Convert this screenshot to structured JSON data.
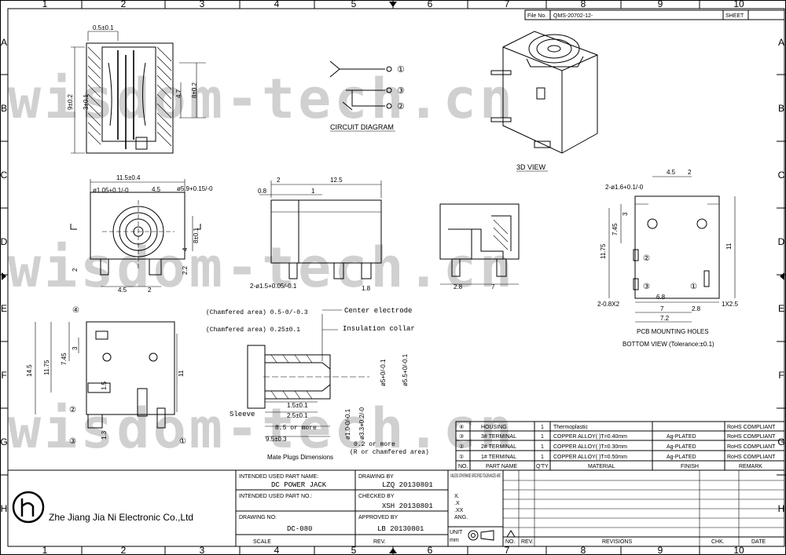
{
  "frame": {
    "col_labels": [
      "1",
      "2",
      "3",
      "4",
      "5",
      "6",
      "7",
      "8",
      "9",
      "10"
    ],
    "row_labels": [
      "A",
      "B",
      "C",
      "D",
      "E",
      "F",
      "G",
      "H"
    ]
  },
  "header": {
    "file_no_label": "File No.",
    "file_no": "QMS-20702-12-",
    "sheet_label": "SHEET"
  },
  "watermark": "wisdom-tech.cn",
  "views": {
    "circuit_diagram": "CIRCUIT DIAGRAM",
    "view_3d": "3D VIEW",
    "pcb_holes": "PCB MOUNTING HOLES",
    "bottom_view": "BOTTOM VIEW (Tolerance:±0.1)",
    "mate_plugs": "Mate Plugs Dimensions"
  },
  "circuit": {
    "pins": [
      "①",
      "③",
      "②"
    ]
  },
  "dims": {
    "top_05": "0.5±0.1",
    "top_9": "9±0.2",
    "top_3": "3±0.1",
    "top_47": "4.7",
    "top_8": "8±0.2",
    "front_115": "11.5±0.4",
    "front_105": "ø1.05+0.1/-0",
    "front_45": "4.5",
    "front_59": "ø5.9+0.15/-0",
    "front_8": "8±0.1",
    "front_4": "4",
    "front_2": "2",
    "front_22": "2.2",
    "front_45b": "4.5",
    "front_2b": "2",
    "side_2": "2",
    "side_125": "12.5",
    "side_08": "0.8",
    "side_1": "1",
    "side_15": "2-ø1.5+0.05/-0.1",
    "side_18": "1.8",
    "rear_28": "2.8",
    "rear_7": "7",
    "pcb_45": "4.5",
    "pcb_2": "2",
    "pcb_16": "2-ø1.6+0.1/-0",
    "pcb_3": "3",
    "pcb_745": "7.45",
    "pcb_1175": "11.75",
    "pcb_11": "11",
    "pcb_08x2": "2-0.8X2",
    "pcb_68": "6.8",
    "pcb_7": "7",
    "pcb_28": "2.8",
    "pcb_72": "7.2",
    "pcb_1x25": "1X2.5",
    "bot_145": "14.5",
    "bot_1175": "11.75",
    "bot_745": "7.45",
    "bot_3": "3",
    "bot_11": "11",
    "bot_15": "1.5",
    "bot_13": "1.3"
  },
  "plug": {
    "chamfer_05": "(Chamfered area) 0.5-0/-0.3",
    "chamfer_025": "(Chamfered area) 0.25±0.1",
    "center_electrode": "Center electrode",
    "insulation_collar": "Insulation collar",
    "sleeve": "Sleeve",
    "d15": "1.5±0.1",
    "d25": "2.5±0.1",
    "d85": "8.5 or more",
    "d95": "9.5±0.3",
    "phi1": "ø1.0-0/-0.1",
    "phi33": "ø3.3+0.2/-0",
    "phi5": "ø5+0/-0.1",
    "phi55": "ø5.5+0/-0.1",
    "note1": "0.2 or more",
    "note2": "(R or chamfered area)"
  },
  "bom": {
    "headers": [
      "NO.",
      "PART NAME",
      "Q'TY",
      "MATERIAL",
      "FINISH",
      "REMARK"
    ],
    "rows": [
      [
        "④",
        "HOUSING",
        "1",
        "Thermoplastic",
        "",
        "RoHS COMPLIANT"
      ],
      [
        "③",
        "3# TERMINAL",
        "1",
        "COPPER ALLOY( )T=0.40mm",
        "Ag-PLATED",
        "RoHS COMPLIANT"
      ],
      [
        "②",
        "2# TERMINAL",
        "1",
        "COPPER ALLOY( )T=0.30mm",
        "Ag-PLATED",
        "RoHS COMPLIANT"
      ],
      [
        "①",
        "1# TERMINAL",
        "1",
        "COPPER ALLOY( )T=0.50mm",
        "Ag-PLATED",
        "RoHS COMPLIANT"
      ]
    ]
  },
  "title_block": {
    "company": "Zhe Jiang Jia Ni Electronic Co.,Ltd",
    "part_name_label": "INTENDED USED PART NAME:",
    "part_name": "DC POWER JACK",
    "part_no_label": "INTENDED USED PART NO.:",
    "part_no": "",
    "drawing_no_label": "DRAWING NO:",
    "drawing_no": "DC-080",
    "scale_label": "SCALE",
    "rev_label": "REV.",
    "drawn_label": "DRAWING BY",
    "drawn": "LZQ 20130801",
    "checked_label": "CHECKED BY",
    "checked": "XSH 20130801",
    "approved_label": "APPROVED BY",
    "approved": "LB 20130801",
    "tol_label": "UNLESS OTHERWISE SPECIFIED TOLERANCES ARE",
    "tol_x": "X.",
    "tol_xx": ".X",
    "tol_xxx": ".XX",
    "tol_ang": "ANG.",
    "unit_label": "UNIT",
    "unit": "mm",
    "rev_headers": [
      "NO.",
      "REV.",
      "REVISIONS",
      "CHK.",
      "DATE"
    ]
  }
}
